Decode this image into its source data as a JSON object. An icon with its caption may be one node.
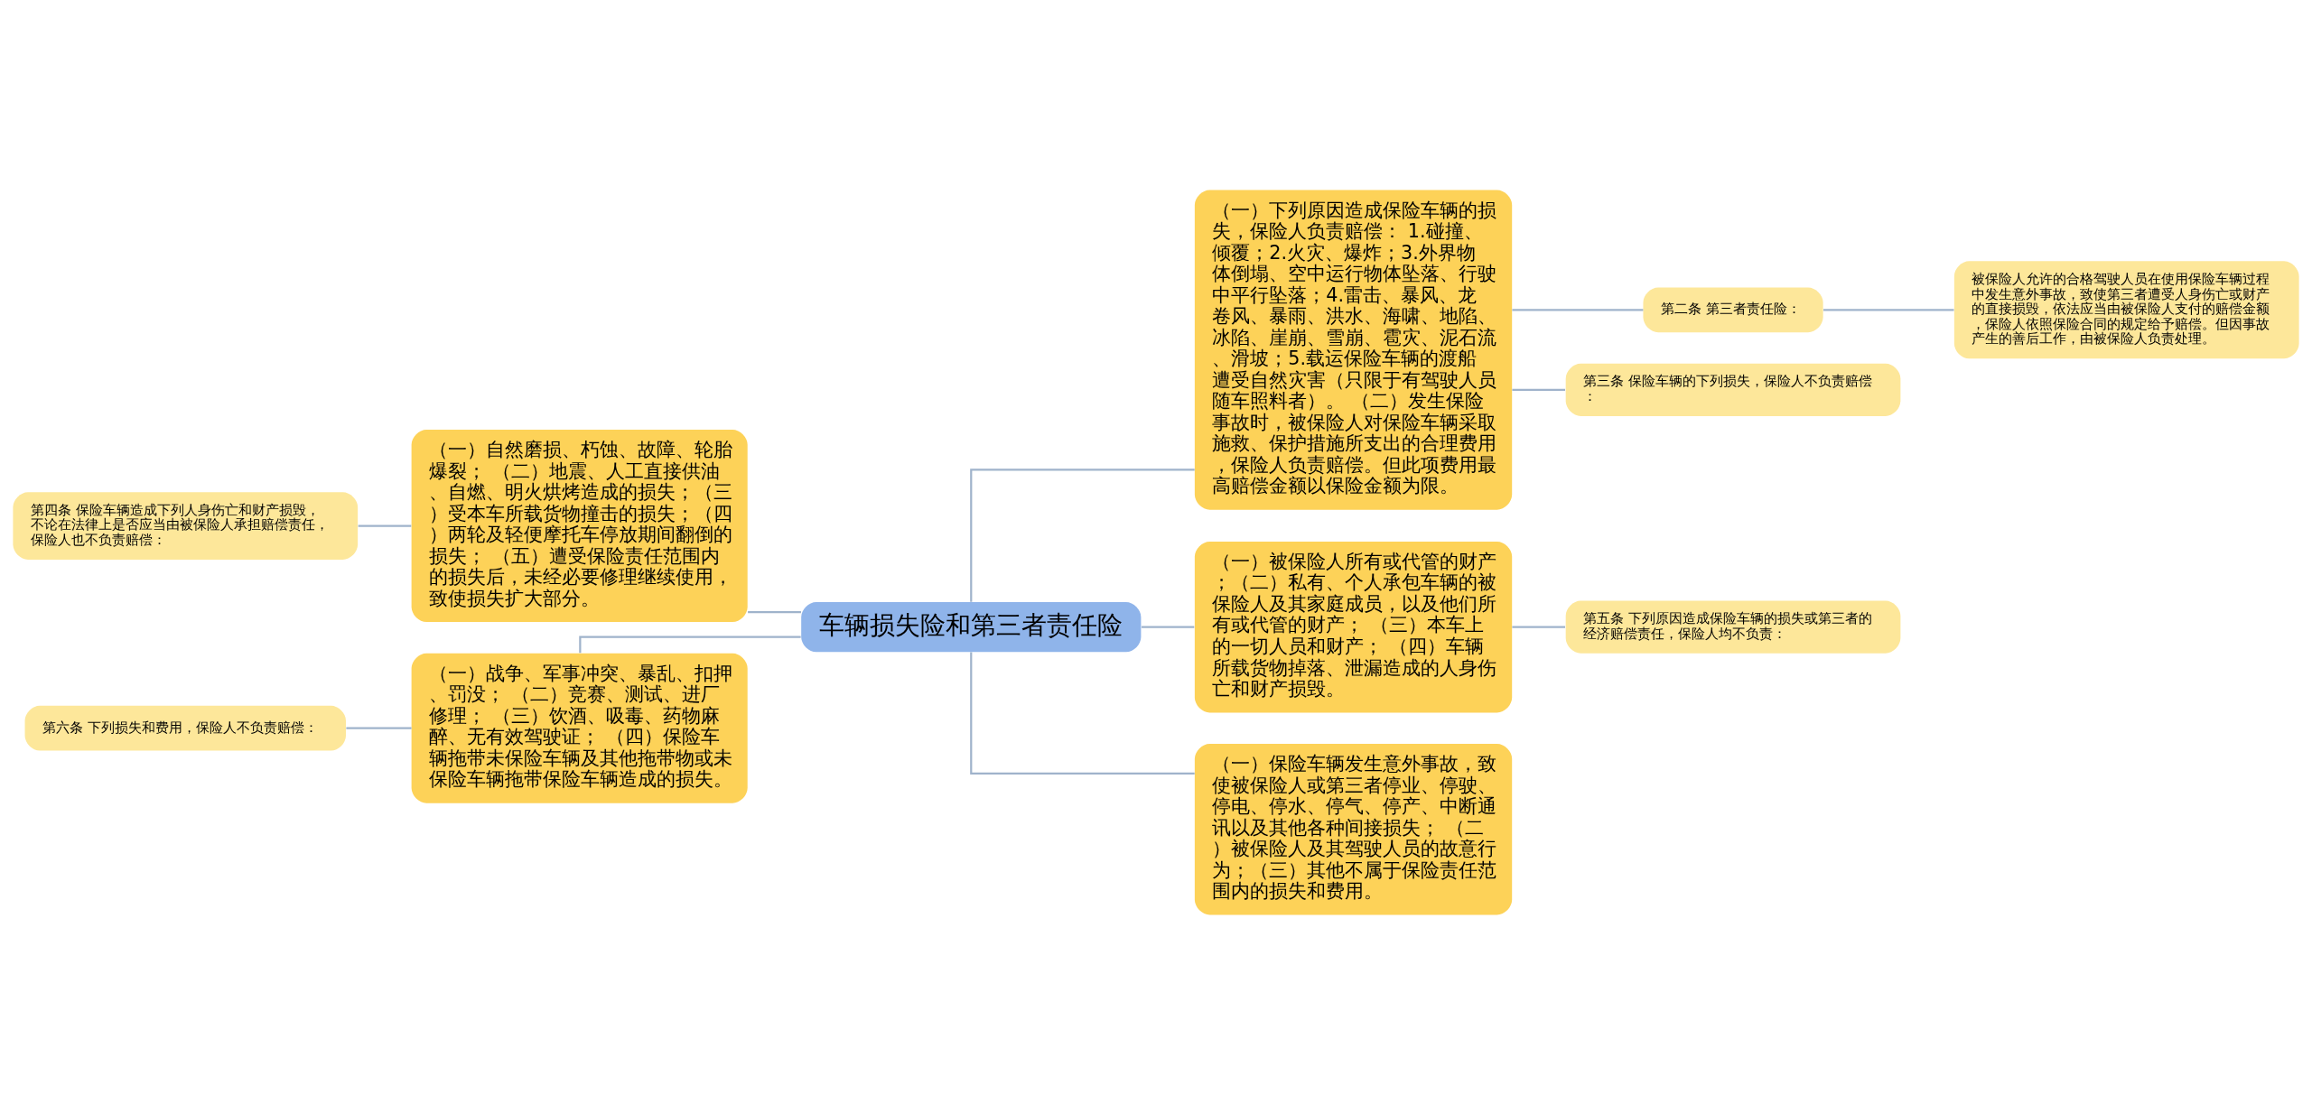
{
  "diagram": {
    "nodes": [
      {
        "text": [
          "第四条 保险车辆造成下列人身伤亡和财产损毁，不论在法律上是否应当由被保险人承担赔偿责任，保险人也不负责赔偿："
        ]
      },
      {
        "text": [
          "（一）自然磨损、朽蚀、故障、轮胎爆裂； （二）地震、人工直接供油、自燃、明火烘烤造成的损失；（三）受本车所载货物撞击的损失；（四）两轮及轻便摩托车停放期间翻倒的损失； （五）遭受保险责任范围内的损失后，未经必要修理继续使用，致使损失扩大部分。"
        ]
      },
      {
        "text": [
          "第六条 下列损失和费用，保险人不负责赔偿："
        ]
      },
      {
        "text": [
          "（一）战争、军事冲突、暴乱、扣押、罚没； （二）竞赛、测试、进厂修理； （三）饮酒、吸毒、药物麻醉、无有效驾驶证； （四）保险车辆拖带未保险车辆及其他拖带物或未保险车辆拖带保险车辆造成的损失。"
        ]
      },
      {
        "text": [
          "车辆损失险和第三者责任险"
        ]
      },
      {
        "text": [
          "（一）下列原因造成保险车辆的损失，保险人负责赔偿： 1.碰撞、倾覆；2.火灾、爆炸；3.外界物体倒塌、空中运行物体坠落、行驶中平行坠落；4.雷击、暴风、龙卷风、暴雨、洪水、海啸、地陷、冰陷、崖崩、雪崩、雹灾、泥石流、滑坡；5.载运保险车辆的渡船遭受自然灾害（只限于有驾驶人员随车照料者）。 （二）发生保险事故时，被保险人对保险车辆采取施救、保护措施所支出的合理费用，保险人负责赔偿。但此项费用最高赔偿金额以保险金额为限。"
        ]
      },
      {
        "text": [
          "第二条 第三者责任险："
        ]
      },
      {
        "text": [
          "被保险人允许的合格驾驶人员在使用保险车辆过程中发生意外事故，致使第三者遭受人身伤亡或财产的直接损毁，依法应当由被保险人支付的赔偿金额，保险人依照保险合同的规定给予赔偿。但因事故产生的善后工作，由被保险人负责处理。"
        ]
      },
      {
        "text": [
          "第三条 保险车辆的下列损失，保险人不负责赔偿："
        ]
      },
      {
        "text": [
          "（一）被保险人所有或代管的财产；（二）私有、个人承包车辆的被保险人及其家庭成员，以及他们所有或代管的财产； （三）本车上的一切人员和财产； （四）车辆所载货物掉落、泄漏造成的人身伤亡和财产损毁。"
        ]
      },
      {
        "text": [
          "第五条 下列原因造成保险车辆的损失或第三者的经济赔偿责任，保险人均不负责："
        ]
      },
      {
        "text": [
          "（一）保险车辆发生意外事故，致使被保险人或第三者停业、停驶、停电、停水、停气、停产、中断通讯以及其他各种间接损失； （二）被保险人及其驾驶人员的故意行为；（三）其他不属于保险责任范围内的损失和费用。"
        ]
      }
    ],
    "edges": [
      {
        "from": 4,
        "to": 1,
        "arrow": "none"
      },
      {
        "from": 4,
        "to": 3,
        "arrow": "none"
      },
      {
        "from": 1,
        "to": 0,
        "arrow": "none"
      },
      {
        "from": 3,
        "to": 2,
        "arrow": "none"
      },
      {
        "from": 4,
        "to": 5,
        "arrow": "none"
      },
      {
        "from": 4,
        "to": 9,
        "arrow": "none"
      },
      {
        "from": 4,
        "to": 11,
        "arrow": "none"
      },
      {
        "from": 5,
        "to": 6,
        "arrow": "none"
      },
      {
        "from": 5,
        "to": 8,
        "arrow": "none"
      },
      {
        "from": 6,
        "to": 7,
        "arrow": "none"
      },
      {
        "from": 9,
        "to": 10,
        "arrow": "none"
      }
    ]
  }
}
